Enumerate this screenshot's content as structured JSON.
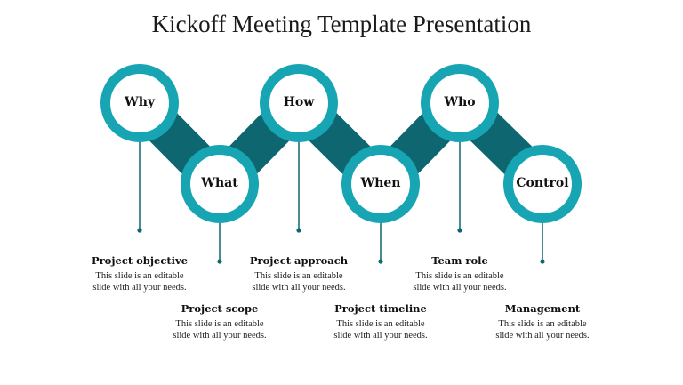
{
  "title": "Kickoff Meeting Template Presentation",
  "colors": {
    "ring": "#17A5B4",
    "connector": "#0D6670",
    "stem": "#0D6670",
    "background": "#FFFFFF"
  },
  "nodes": [
    {
      "label": "Why",
      "heading": "Project objective",
      "desc_line1": "This slide is an editable",
      "desc_line2": "slide with all your needs."
    },
    {
      "label": "What",
      "heading": "Project scope",
      "desc_line1": "This slide is an editable",
      "desc_line2": "slide with all your needs."
    },
    {
      "label": "How",
      "heading": "Project approach",
      "desc_line1": "This slide is an editable",
      "desc_line2": "slide with all your needs."
    },
    {
      "label": "When",
      "heading": "Project timeline",
      "desc_line1": "This slide is an editable",
      "desc_line2": "slide with all your needs."
    },
    {
      "label": "Who",
      "heading": "Team role",
      "desc_line1": "This slide is an editable",
      "desc_line2": "slide with all your needs."
    },
    {
      "label": "Control",
      "heading": "Management",
      "desc_line1": "This slide is an editable",
      "desc_line2": "slide with all your needs."
    }
  ]
}
